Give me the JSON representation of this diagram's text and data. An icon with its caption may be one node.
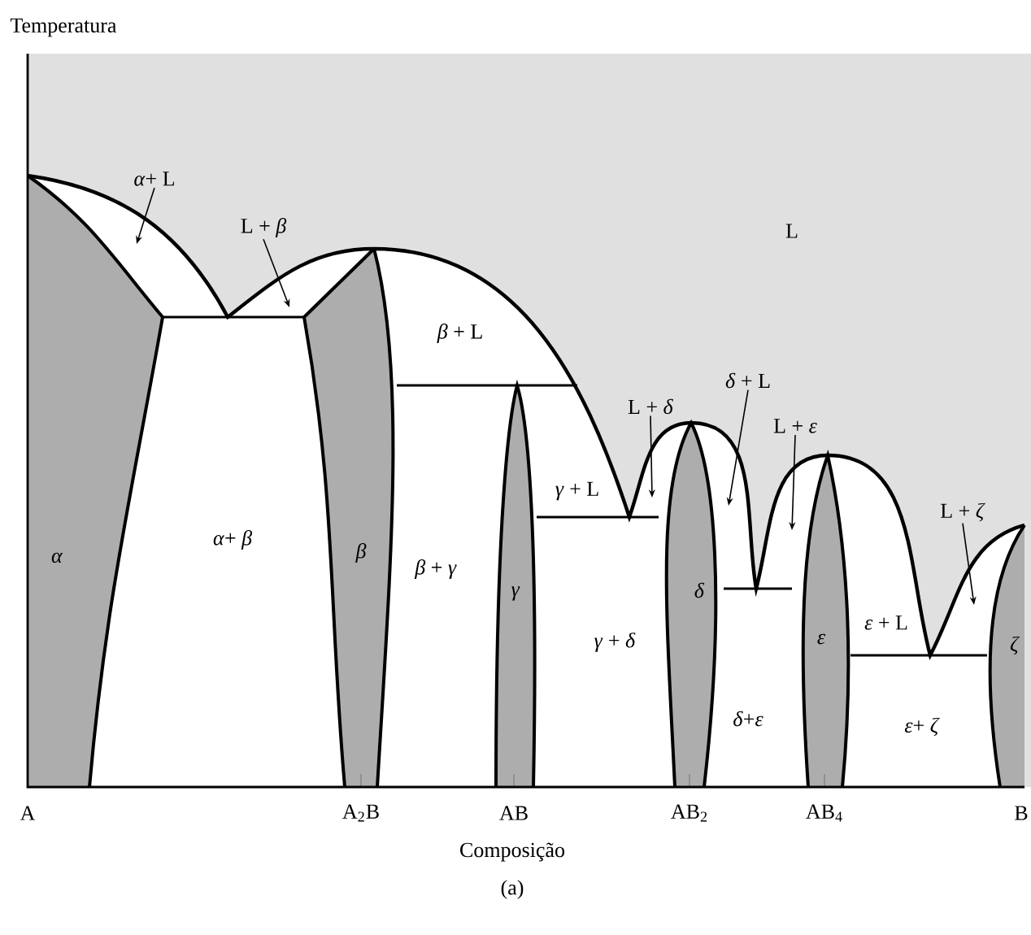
{
  "diagram": {
    "nodes": [
      {
        "text": [
          "*α*+ L"
        ]
      },
      {
        "text": [
          "L + *β*"
        ]
      },
      {
        "text": [
          "L + *δ*"
        ]
      },
      {
        "text": [
          "*δ* + L"
        ]
      },
      {
        "text": [
          "L + *ε*"
        ]
      },
      {
        "text": [
          "L + *ζ*"
        ]
      }
    ],
    "edges": [
      {
        "from": 0,
        "to": null,
        "arrow": "to"
      },
      {
        "from": 1,
        "to": null,
        "arrow": "to"
      },
      {
        "from": 2,
        "to": null,
        "arrow": "to"
      },
      {
        "from": 3,
        "to": null,
        "arrow": "to"
      },
      {
        "from": 4,
        "to": null,
        "arrow": "to"
      },
      {
        "from": 5,
        "to": null,
        "arrow": "to"
      }
    ],
    "labels": [
      "Temperatura",
      "L",
      "*β* + L",
      "*α*",
      "*β*",
      "*γ* + L",
      "*α*+ *β*",
      "*β* + *γ*",
      "*γ*",
      "*δ*",
      "*ε* + L",
      "*γ* + *δ*",
      "*ε*",
      "*ζ*",
      "*δ*+*ε*",
      "*ε*+ *ζ*",
      "A",
      "A$_{2}$B",
      "AB",
      "AB$_{2}$",
      "AB$_{4}$",
      "B",
      "Composição",
      "(a)"
    ]
  }
}
